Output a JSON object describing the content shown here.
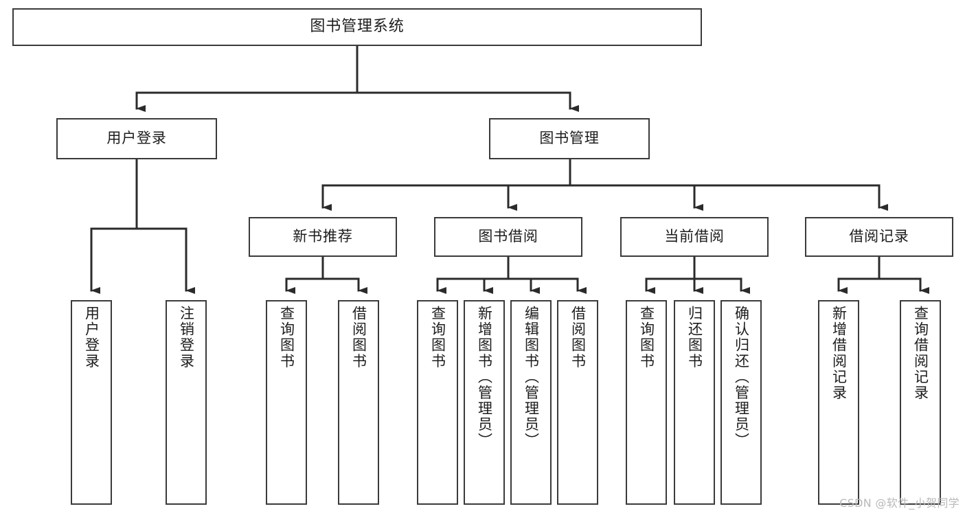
{
  "diagram": {
    "kind": "function-structure-tree",
    "watermark": "CSDN @软件_小贺同学",
    "colors": {
      "background": "#ffffff",
      "box_border": "#3a3a3a",
      "edge": "#2b2b2b",
      "text": "#1c1c1c",
      "watermark": "#b9b9b9"
    },
    "nodes": {
      "root": {
        "label": "图书管理系统"
      },
      "level2": [
        {
          "id": "user-login",
          "label": "用户登录"
        },
        {
          "id": "book-manage",
          "label": "图书管理"
        }
      ],
      "level3": [
        {
          "id": "new-book-recommend",
          "label": "新书推荐"
        },
        {
          "id": "book-borrow",
          "label": "图书借阅"
        },
        {
          "id": "current-borrow",
          "label": "当前借阅"
        },
        {
          "id": "borrow-record",
          "label": "借阅记录"
        }
      ],
      "leaves": {
        "user-login": [
          {
            "id": "leaf-user-login",
            "label": "用户登录"
          },
          {
            "id": "leaf-logout-login",
            "label": "注销登录"
          }
        ],
        "new-book-recommend": [
          {
            "id": "leaf-query-book-1",
            "label": "查询图书"
          },
          {
            "id": "leaf-borrow-book-1",
            "label": "借阅图书"
          }
        ],
        "book-borrow": [
          {
            "id": "leaf-query-book-2",
            "label": "查询图书"
          },
          {
            "id": "leaf-add-book",
            "label": "新增图书（管理员）"
          },
          {
            "id": "leaf-edit-book",
            "label": "编辑图书（管理员）"
          },
          {
            "id": "leaf-borrow-book-2",
            "label": "借阅图书"
          }
        ],
        "current-borrow": [
          {
            "id": "leaf-query-book-3",
            "label": "查询图书"
          },
          {
            "id": "leaf-return-book",
            "label": "归还图书"
          },
          {
            "id": "leaf-confirm-return",
            "label": "确认归还（管理员）"
          }
        ],
        "borrow-record": [
          {
            "id": "leaf-add-record",
            "label": "新增借阅记录"
          },
          {
            "id": "leaf-query-record",
            "label": "查询借阅记录"
          }
        ]
      }
    }
  }
}
